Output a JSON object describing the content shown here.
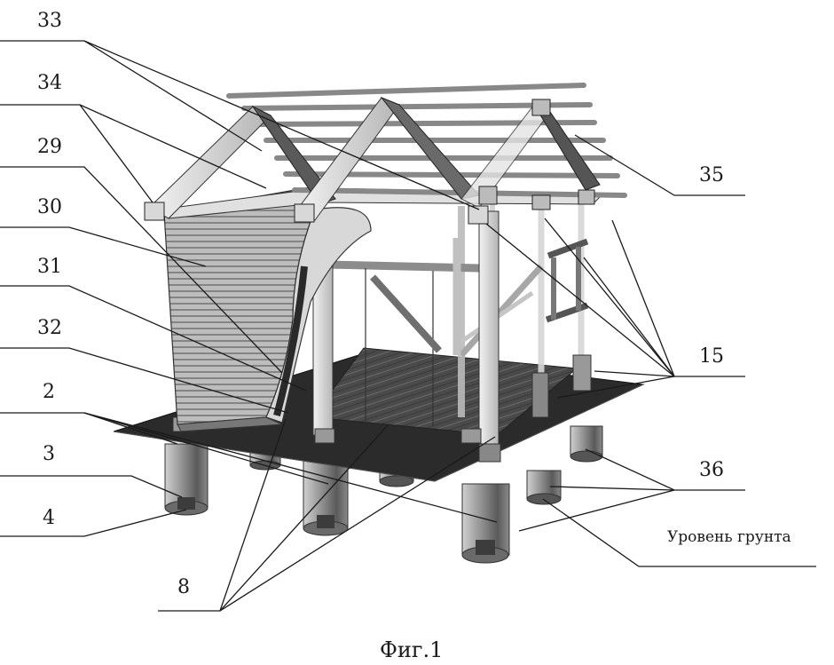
{
  "figure": {
    "caption": "Фиг.1",
    "ground_label": "Уровень грунта",
    "labels": {
      "n33": "33",
      "n34": "34",
      "n29": "29",
      "n30": "30",
      "n31": "31",
      "n32": "32",
      "n2": "2",
      "n3": "3",
      "n4": "4",
      "n35": "35",
      "n15": "15",
      "n36": "36",
      "n8": "8"
    }
  }
}
